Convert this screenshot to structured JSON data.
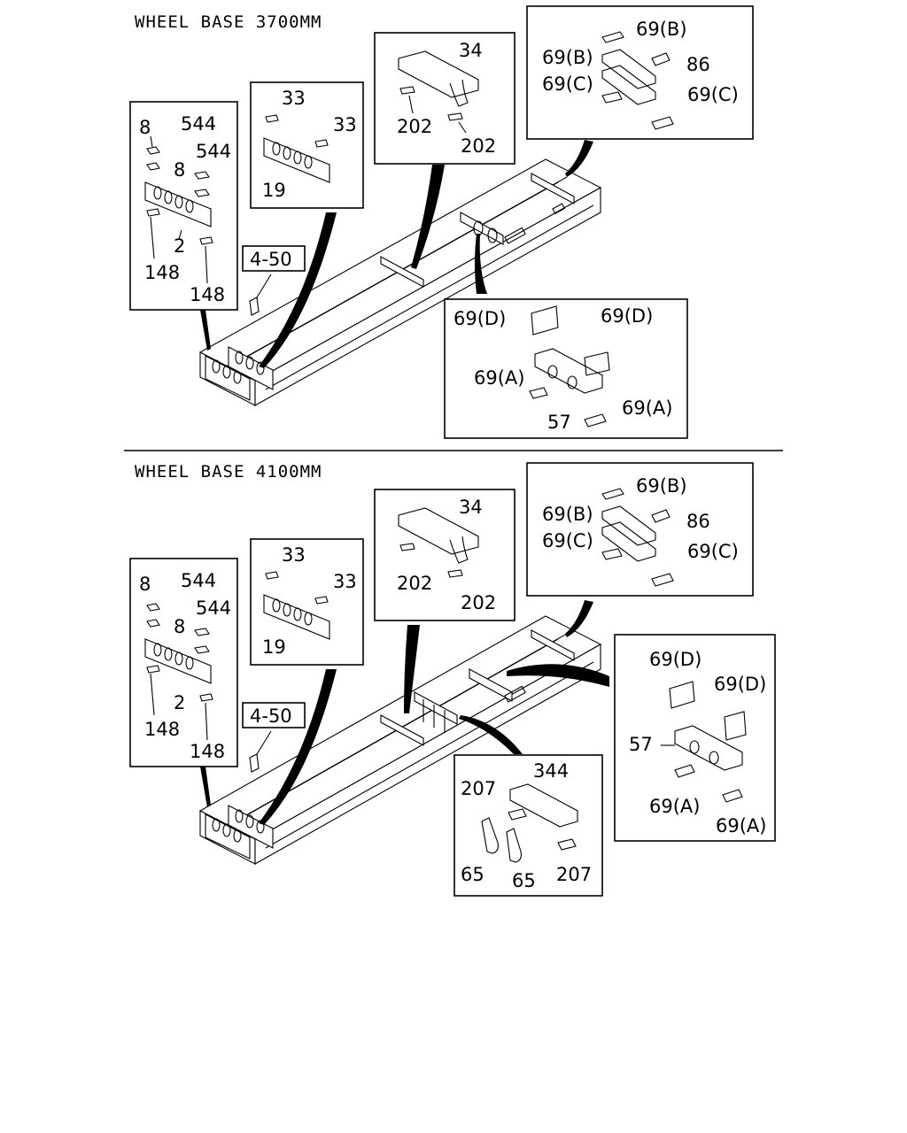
{
  "sections": [
    {
      "heading": "WHEEL BASE 3700MM",
      "ref_box": "4-50",
      "boxA": {
        "l1": "8",
        "l2": "544",
        "l3": "544",
        "l4": "8",
        "l5": "2",
        "l6": "148",
        "l7": "148"
      },
      "boxB": {
        "l1": "33",
        "l2": "33",
        "l3": "19"
      },
      "boxC": {
        "l1": "34",
        "l2": "202",
        "l3": "202"
      },
      "boxD": {
        "l1": "69(B)",
        "l2": "69(B)",
        "l3": "86",
        "l4": "69(C)",
        "l5": "69(C)"
      },
      "boxE": {
        "l1": "69(D)",
        "l2": "69(D)",
        "l3": "69(A)",
        "l4": "57",
        "l5": "69(A)"
      }
    },
    {
      "heading": "WHEEL BASE 4100MM",
      "ref_box": "4-50",
      "boxA": {
        "l1": "8",
        "l2": "544",
        "l3": "544",
        "l4": "8",
        "l5": "2",
        "l6": "148",
        "l7": "148"
      },
      "boxB": {
        "l1": "33",
        "l2": "33",
        "l3": "19"
      },
      "boxC": {
        "l1": "34",
        "l2": "202",
        "l3": "202"
      },
      "boxD": {
        "l1": "69(B)",
        "l2": "69(B)",
        "l3": "86",
        "l4": "69(C)",
        "l5": "69(C)"
      },
      "boxE": {
        "l1": "69(D)",
        "l2": "69(D)",
        "l3": "57",
        "l4": "69(A)",
        "l5": "69(A)"
      },
      "boxF": {
        "l1": "207",
        "l2": "344",
        "l3": "65",
        "l4": "65",
        "l5": "207"
      }
    }
  ]
}
